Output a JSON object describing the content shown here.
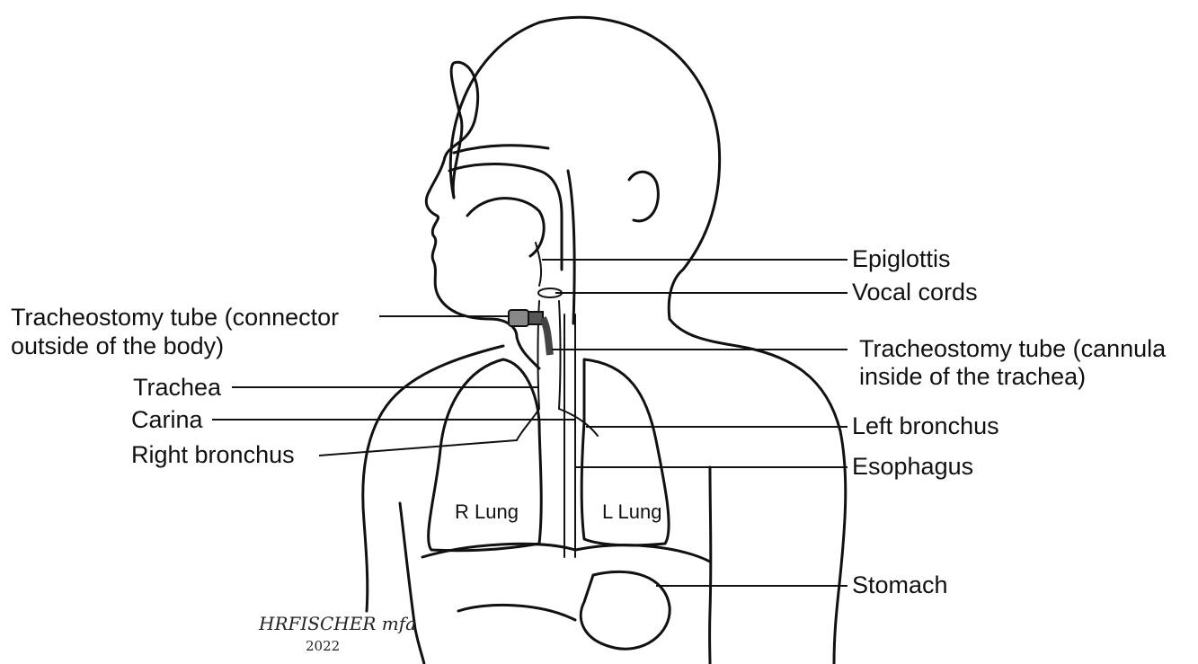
{
  "labels": {
    "epiglottis": "Epiglottis",
    "vocal_cords": "Vocal cords",
    "trach_tube_outside_line1": "Tracheostomy tube (connector",
    "trach_tube_outside_line2": "outside of the body)",
    "trach_tube_inside_line1": "Tracheostomy tube (cannula",
    "trach_tube_inside_line2": "inside of the trachea)",
    "trachea": "Trachea",
    "carina": "Carina",
    "left_bronchus": "Left bronchus",
    "right_bronchus": "Right bronchus",
    "esophagus": "Esophagus",
    "stomach": "Stomach"
  },
  "lungs": {
    "right": "R Lung",
    "left": "L Lung"
  },
  "signature": {
    "name": "HRFISCHER mfa",
    "year": "2022"
  },
  "colors": {
    "ink": "#111111",
    "fill": "#ffffff",
    "trach_tube": "#444444"
  }
}
